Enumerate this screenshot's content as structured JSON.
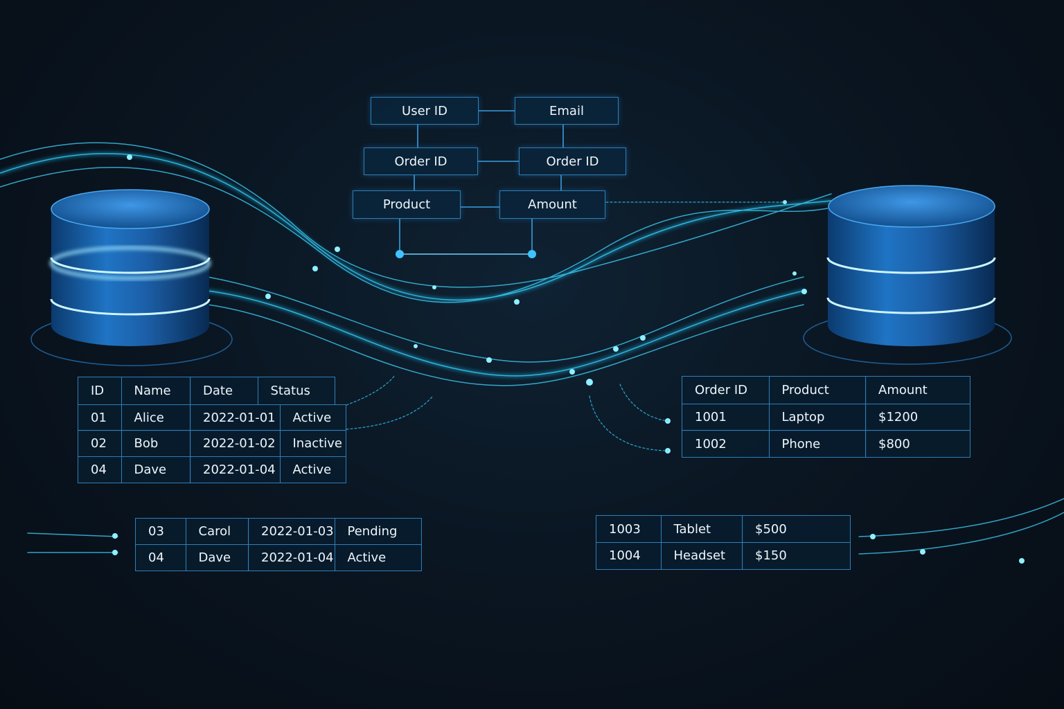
{
  "diagram": {
    "nodes": [
      "User ID",
      "Email",
      "Order ID",
      "Order ID",
      "Product",
      "Amount"
    ]
  },
  "left_table": {
    "headers": [
      "ID",
      "Name",
      "Date",
      "Status"
    ],
    "rows": [
      [
        "01",
        "Alice",
        "2022-01-01",
        "Active"
      ],
      [
        "02",
        "Bob",
        "2022-01-02",
        "Inactive"
      ],
      [
        "04",
        "Dave",
        "2022-01-04",
        "Active"
      ]
    ]
  },
  "bottom_left_table": {
    "rows": [
      [
        "03",
        "Carol",
        "2022-01-03",
        "Pending"
      ],
      [
        "04",
        "Dave",
        "2022-01-04",
        "Active"
      ]
    ]
  },
  "right_table": {
    "headers": [
      "Order ID",
      "Product",
      "Amount"
    ],
    "rows": [
      [
        "1001",
        "Laptop",
        "$1200"
      ],
      [
        "1002",
        "Phone",
        "$800"
      ]
    ]
  },
  "bottom_right_table": {
    "rows": [
      [
        "1003",
        "Tablet",
        "$500"
      ],
      [
        "1004",
        "Headset",
        "$150"
      ]
    ]
  },
  "colors": {
    "accent": "#2fd0ff",
    "border": "#2f7fb8",
    "background": "#0a1622"
  }
}
